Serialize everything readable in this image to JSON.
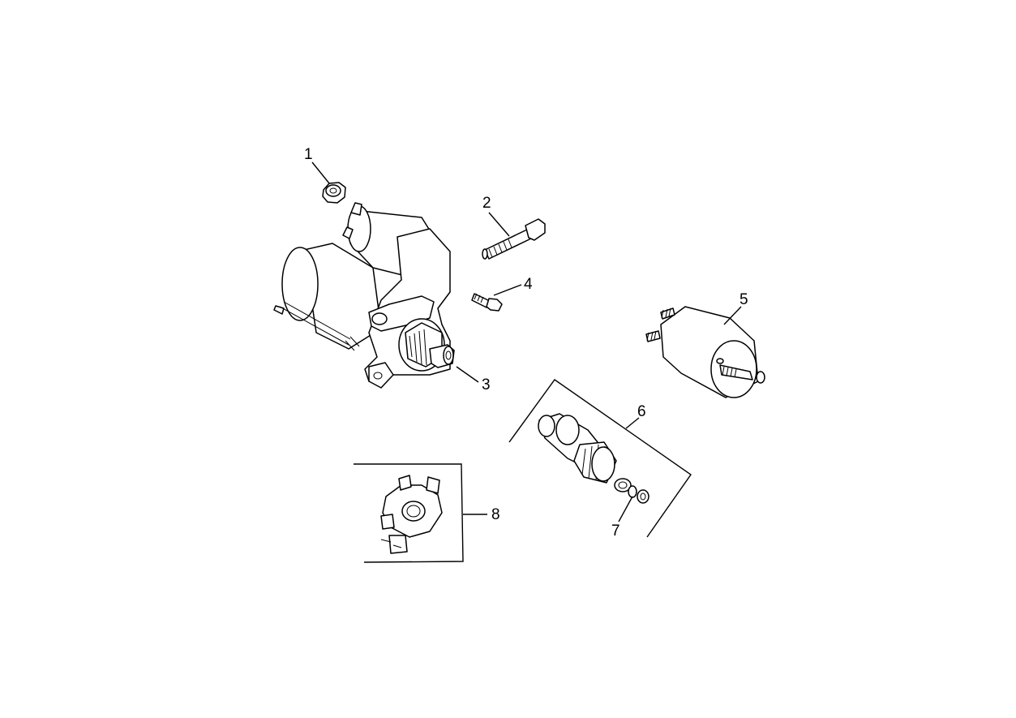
{
  "diagram": {
    "callouts": [
      {
        "id": "1",
        "label": "1"
      },
      {
        "id": "2",
        "label": "2"
      },
      {
        "id": "3",
        "label": "3"
      },
      {
        "id": "4",
        "label": "4"
      },
      {
        "id": "5",
        "label": "5"
      },
      {
        "id": "6",
        "label": "6"
      },
      {
        "id": "7",
        "label": "7"
      },
      {
        "id": "8",
        "label": "8"
      }
    ],
    "parts": [
      {
        "callout": "1",
        "icon": "flange-nut-icon"
      },
      {
        "callout": "2",
        "icon": "long-bolt-icon"
      },
      {
        "callout": "3",
        "icon": "starter-motor-icon"
      },
      {
        "callout": "4",
        "icon": "short-bolt-icon"
      },
      {
        "callout": "5",
        "icon": "solenoid-icon"
      },
      {
        "callout": "6",
        "icon": "drive-pinion-kit-icon"
      },
      {
        "callout": "7",
        "icon": "retaining-ring-icon"
      },
      {
        "callout": "8",
        "icon": "brush-holder-icon"
      }
    ],
    "colors": {
      "line": "#000000",
      "background": "#ffffff"
    }
  }
}
